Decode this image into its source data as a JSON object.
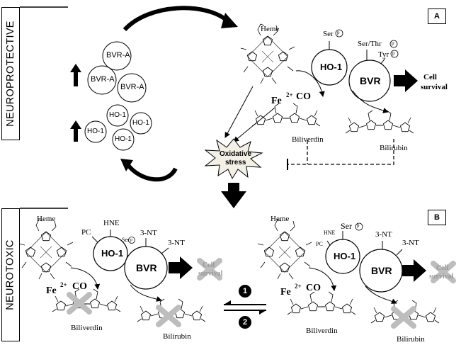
{
  "side_labels": {
    "top": "NEUROPROTECTIVE",
    "bottom": "NEUROTOXIC"
  },
  "panels": {
    "a": "A",
    "b": "B"
  },
  "cluster": {
    "bvr": [
      "BVR-A",
      "BVR-A",
      "BVR-A"
    ],
    "ho": [
      "HO-1",
      "HO-1",
      "HO-1",
      "HO-1"
    ]
  },
  "panel_a": {
    "heme": "Heme",
    "ser": "Ser",
    "p": "p",
    "ho1": "HO-1",
    "ser_thr": "Ser/Thr",
    "tyr": "Tyr",
    "bvr": "BVR",
    "cell_survival": [
      "Cell",
      "survival"
    ],
    "fe": "Fe",
    "fe_charge": "2+",
    "co": "CO",
    "biliverdin": "Biliverdin",
    "bilirubin": "Bilirubin",
    "oxidative": [
      "Oxidative",
      "stress"
    ]
  },
  "panel_b_left": {
    "heme": "Heme",
    "hne": "HNE",
    "pc": "PC",
    "ser": "Ser",
    "p": "p",
    "ho1": "HO-1",
    "nt1": "3-NT",
    "nt2": "3-NT",
    "bvr": "BVR",
    "cell_survival": [
      "Cell",
      "survival"
    ],
    "fe": "Fe",
    "fe_charge": "2+",
    "co": "CO",
    "biliverdin": "Biliverdin",
    "bilirubin": "Bilirubin"
  },
  "panel_b_right": {
    "heme": "Heme",
    "hne": "HNE",
    "pc": "PC",
    "ser": "Ser",
    "p": "p",
    "ho1": "HO-1",
    "nt1": "3-NT",
    "nt2": "3-NT",
    "bvr": "BVR",
    "cell_survival": [
      "Cell",
      "survival"
    ],
    "fe": "Fe",
    "fe_charge": "2+",
    "co": "CO",
    "biliverdin": "Biliverdin",
    "bilirubin": "Bilirubin"
  },
  "equilibrium": {
    "forward": "1",
    "reverse": "2"
  },
  "colors": {
    "line": "#000000",
    "cross": "#bdbdbd",
    "burst_fill": "#f3f1e6"
  }
}
